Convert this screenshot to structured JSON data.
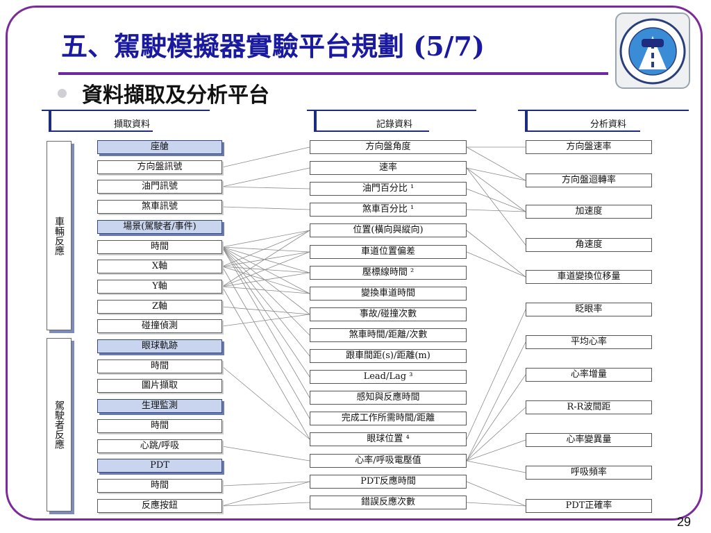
{
  "slide": {
    "title": "五、駕駛模擬器實驗平台規劃 (5/7)",
    "subtitle": "資料擷取及分析平台",
    "page_number": "29",
    "accent_color": "#7b2a9b",
    "title_color": "#1a1aa0"
  },
  "logo": {
    "icon": "university-research-center-seal"
  },
  "columns": {
    "capture": "擷取資料",
    "record": "記錄資料",
    "analysis": "分析資料"
  },
  "groups": [
    {
      "label": "車輛反應"
    },
    {
      "label": "駕駛者反應"
    }
  ],
  "capture_nodes": [
    {
      "label": "座艙",
      "header": true
    },
    {
      "label": "方向盤訊號"
    },
    {
      "label": "油門訊號"
    },
    {
      "label": "煞車訊號"
    },
    {
      "label": "場景(駕駛者/事件)",
      "header": true
    },
    {
      "label": "時間"
    },
    {
      "label": "X軸"
    },
    {
      "label": "Y軸"
    },
    {
      "label": "Z軸"
    },
    {
      "label": "碰撞偵測"
    },
    {
      "label": "眼球軌跡",
      "header": true
    },
    {
      "label": "時間"
    },
    {
      "label": "圖片擷取"
    },
    {
      "label": "生理監測",
      "header": true
    },
    {
      "label": "時間"
    },
    {
      "label": "心跳/呼吸"
    },
    {
      "label": "PDT",
      "header": true
    },
    {
      "label": "時間"
    },
    {
      "label": "反應按鈕"
    }
  ],
  "record_nodes": [
    "方向盤角度",
    "速率",
    "油門百分比 ¹",
    "煞車百分比 ¹",
    "位置(橫向與縱向)",
    "車道位置偏差",
    "壓標線時間 ²",
    "變換車道時間",
    "事故/碰撞次數",
    "煞車時間/距離/次數",
    "跟車間距(s)/距離(m)",
    "Lead/Lag ³",
    "感知與反應時間",
    "完成工作所需時間/距離",
    "眼球位置 ⁴",
    "心率/呼吸電壓值",
    "PDT反應時間",
    "錯誤反應次數"
  ],
  "analysis_nodes": [
    "方向盤速率",
    "方向盤迴轉率",
    "加速度",
    "角速度",
    "車道變換位移量",
    "眨眼率",
    "平均心率",
    "心率增量",
    "R-R波間距",
    "心率變異量",
    "呼吸頻率",
    "PDT正確率"
  ],
  "capture_to_record": [
    [
      1,
      0
    ],
    [
      2,
      1
    ],
    [
      2,
      2
    ],
    [
      3,
      3
    ],
    [
      5,
      4
    ],
    [
      5,
      5
    ],
    [
      5,
      6
    ],
    [
      5,
      7
    ],
    [
      5,
      8
    ],
    [
      5,
      9
    ],
    [
      5,
      10
    ],
    [
      5,
      11
    ],
    [
      5,
      12
    ],
    [
      6,
      4
    ],
    [
      6,
      5
    ],
    [
      6,
      6
    ],
    [
      6,
      7
    ],
    [
      6,
      13
    ],
    [
      7,
      4
    ],
    [
      7,
      5
    ],
    [
      7,
      6
    ],
    [
      7,
      7
    ],
    [
      7,
      14
    ],
    [
      8,
      8
    ],
    [
      9,
      8
    ],
    [
      11,
      14
    ],
    [
      15,
      15
    ],
    [
      17,
      16
    ],
    [
      18,
      16
    ],
    [
      18,
      17
    ]
  ],
  "record_to_analysis": [
    [
      0,
      0
    ],
    [
      0,
      1
    ],
    [
      1,
      1
    ],
    [
      1,
      2
    ],
    [
      1,
      3
    ],
    [
      2,
      2
    ],
    [
      3,
      2
    ],
    [
      4,
      4
    ],
    [
      5,
      4
    ],
    [
      14,
      5
    ],
    [
      15,
      6
    ],
    [
      15,
      7
    ],
    [
      15,
      8
    ],
    [
      15,
      9
    ],
    [
      15,
      10
    ],
    [
      16,
      11
    ],
    [
      17,
      11
    ]
  ]
}
